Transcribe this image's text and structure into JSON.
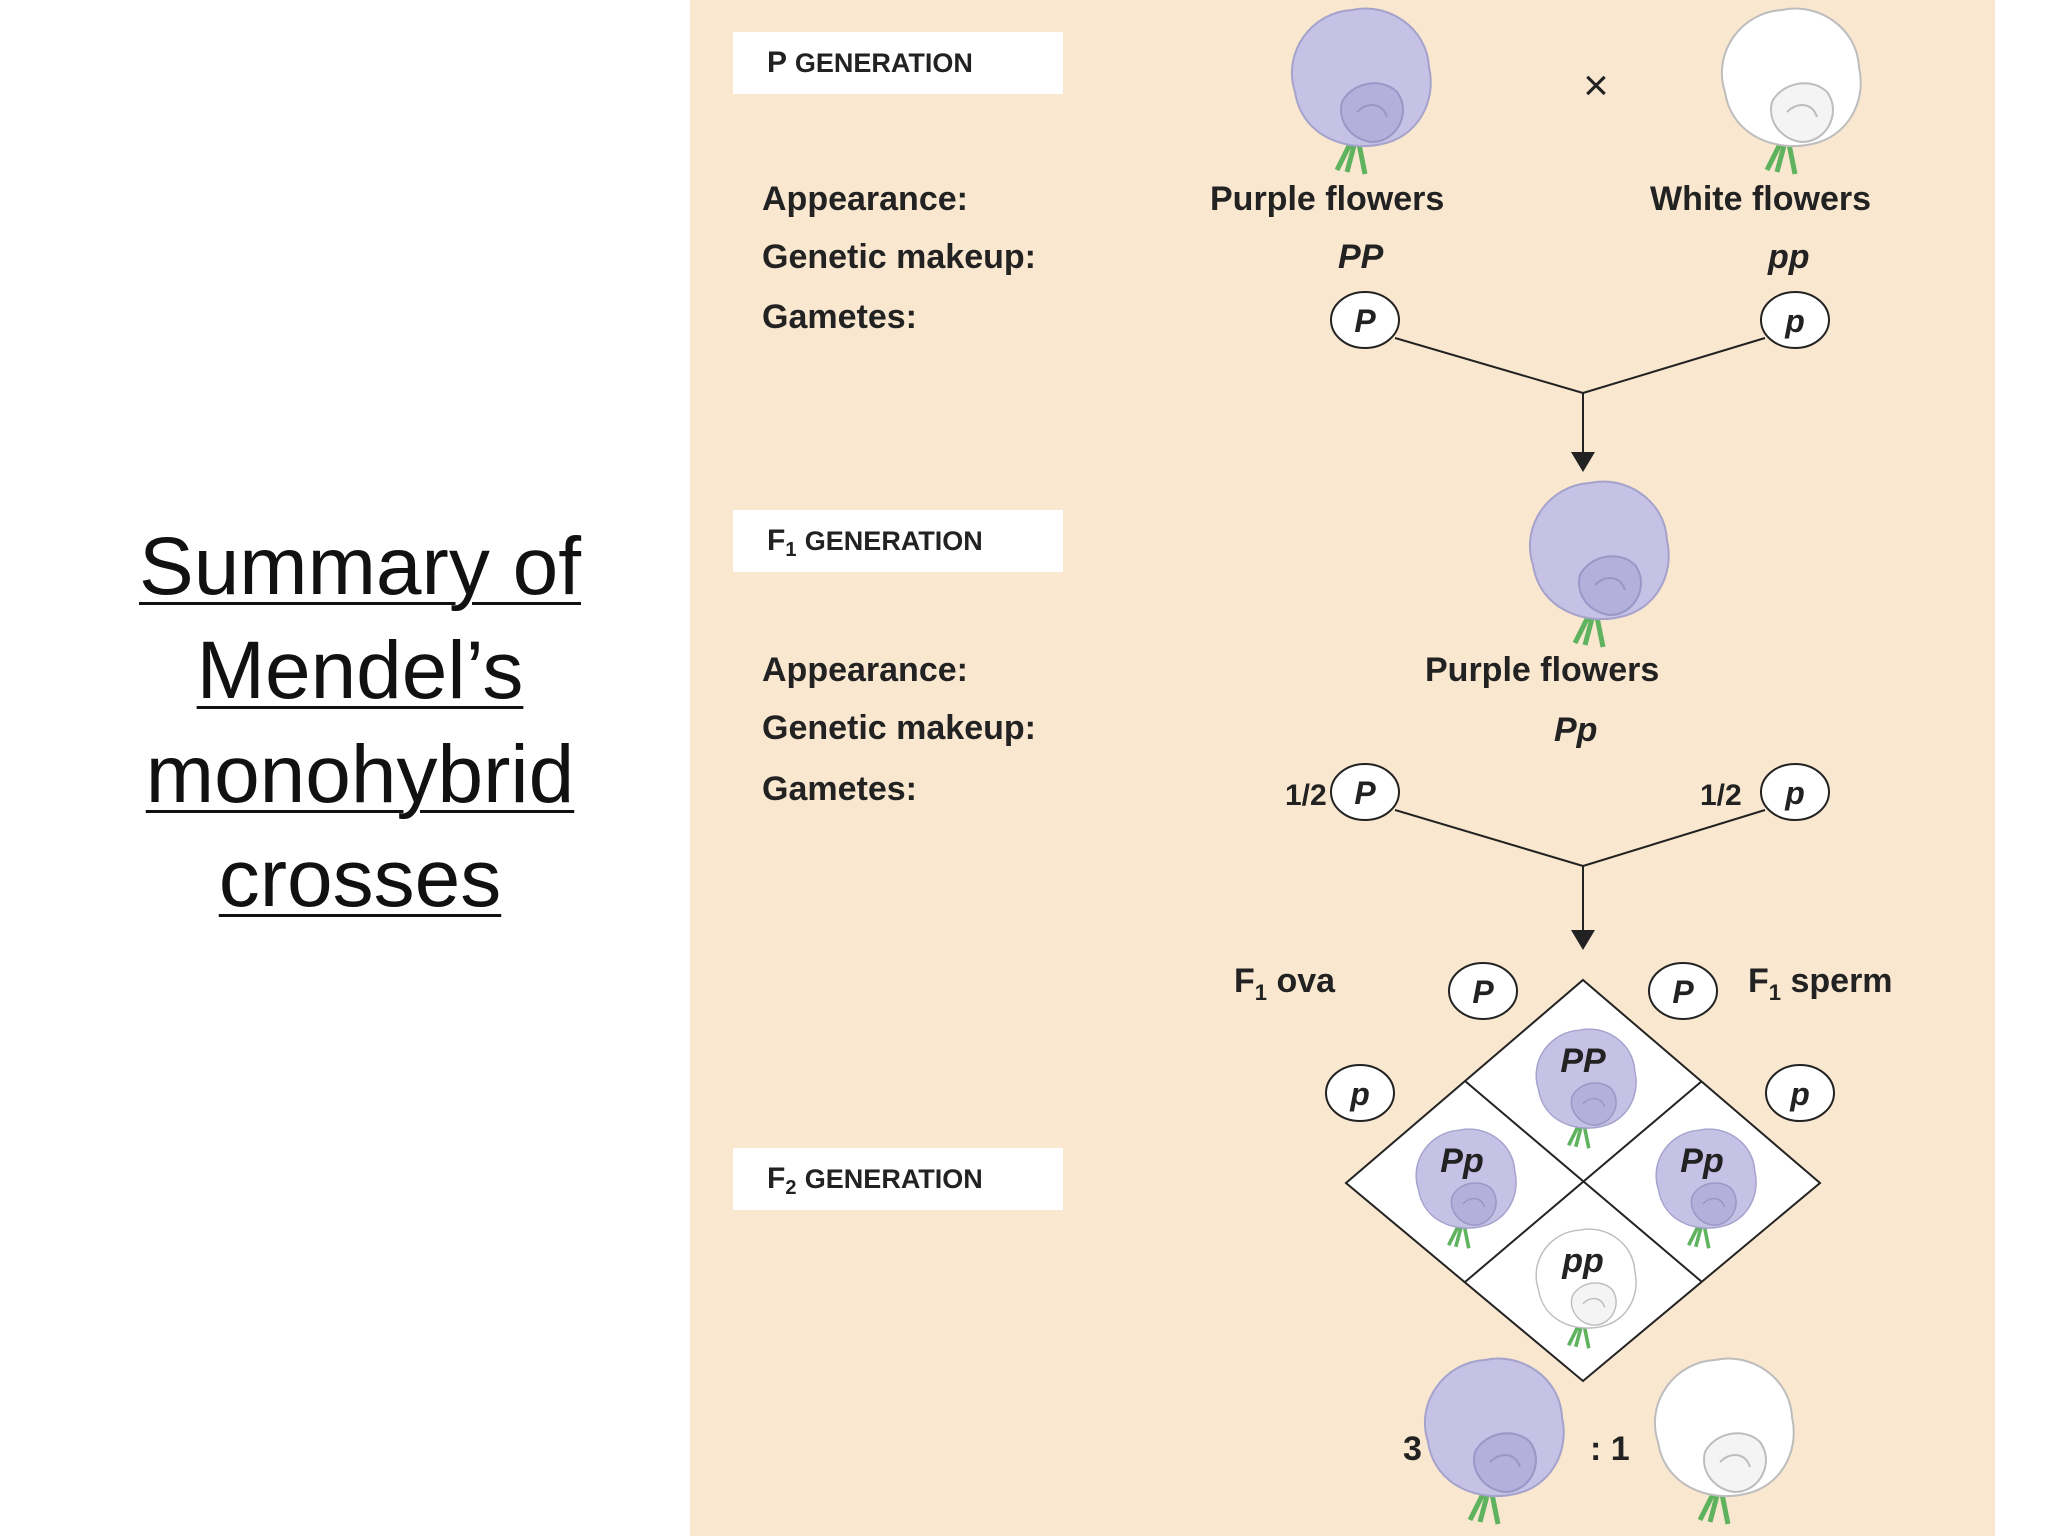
{
  "title": {
    "lines": [
      "Summary of",
      "Mendel’s",
      "monohybrid",
      "crosses"
    ]
  },
  "colors": {
    "panel": "#f9e7cf",
    "purple_flower": "#c5c2e6",
    "white_flower": "#ffffff",
    "stem": "#5fb35f"
  },
  "p_generation": {
    "label_main": "P",
    "label_rest": "GENERATION",
    "cross_symbol": "×",
    "row_labels": {
      "appearance": "Appearance:",
      "genetic_makeup": "Genetic makeup:",
      "gametes": "Gametes:"
    },
    "parent1": {
      "appearance": "Purple flowers",
      "genotype": "PP",
      "gamete": "P"
    },
    "parent2": {
      "appearance": "White flowers",
      "genotype": "pp",
      "gamete": "p"
    }
  },
  "f1_generation": {
    "label_main": "F",
    "label_sub": "1",
    "label_rest": "GENERATION",
    "row_labels": {
      "appearance": "Appearance:",
      "genetic_makeup": "Genetic makeup:",
      "gametes": "Gametes:"
    },
    "appearance": "Purple flowers",
    "genotype": "Pp",
    "gamete_left": {
      "fraction": "1/2",
      "allele": "P"
    },
    "gamete_right": {
      "fraction": "1/2",
      "allele": "p"
    }
  },
  "f2_generation": {
    "label_main": "F",
    "label_sub": "2",
    "label_rest": "GENERATION",
    "ova_label": "ova",
    "ova_prefix": "F",
    "ova_sub": "1",
    "sperm_label": "sperm",
    "sperm_prefix": "F",
    "sperm_sub": "1",
    "ova_alleles": [
      "P",
      "p"
    ],
    "sperm_alleles": [
      "P",
      "p"
    ],
    "cells": {
      "top": "PP",
      "left": "Pp",
      "right": "Pp",
      "bottom": "pp"
    },
    "ratio": {
      "dominant": "3",
      "recessive": ": 1"
    }
  }
}
